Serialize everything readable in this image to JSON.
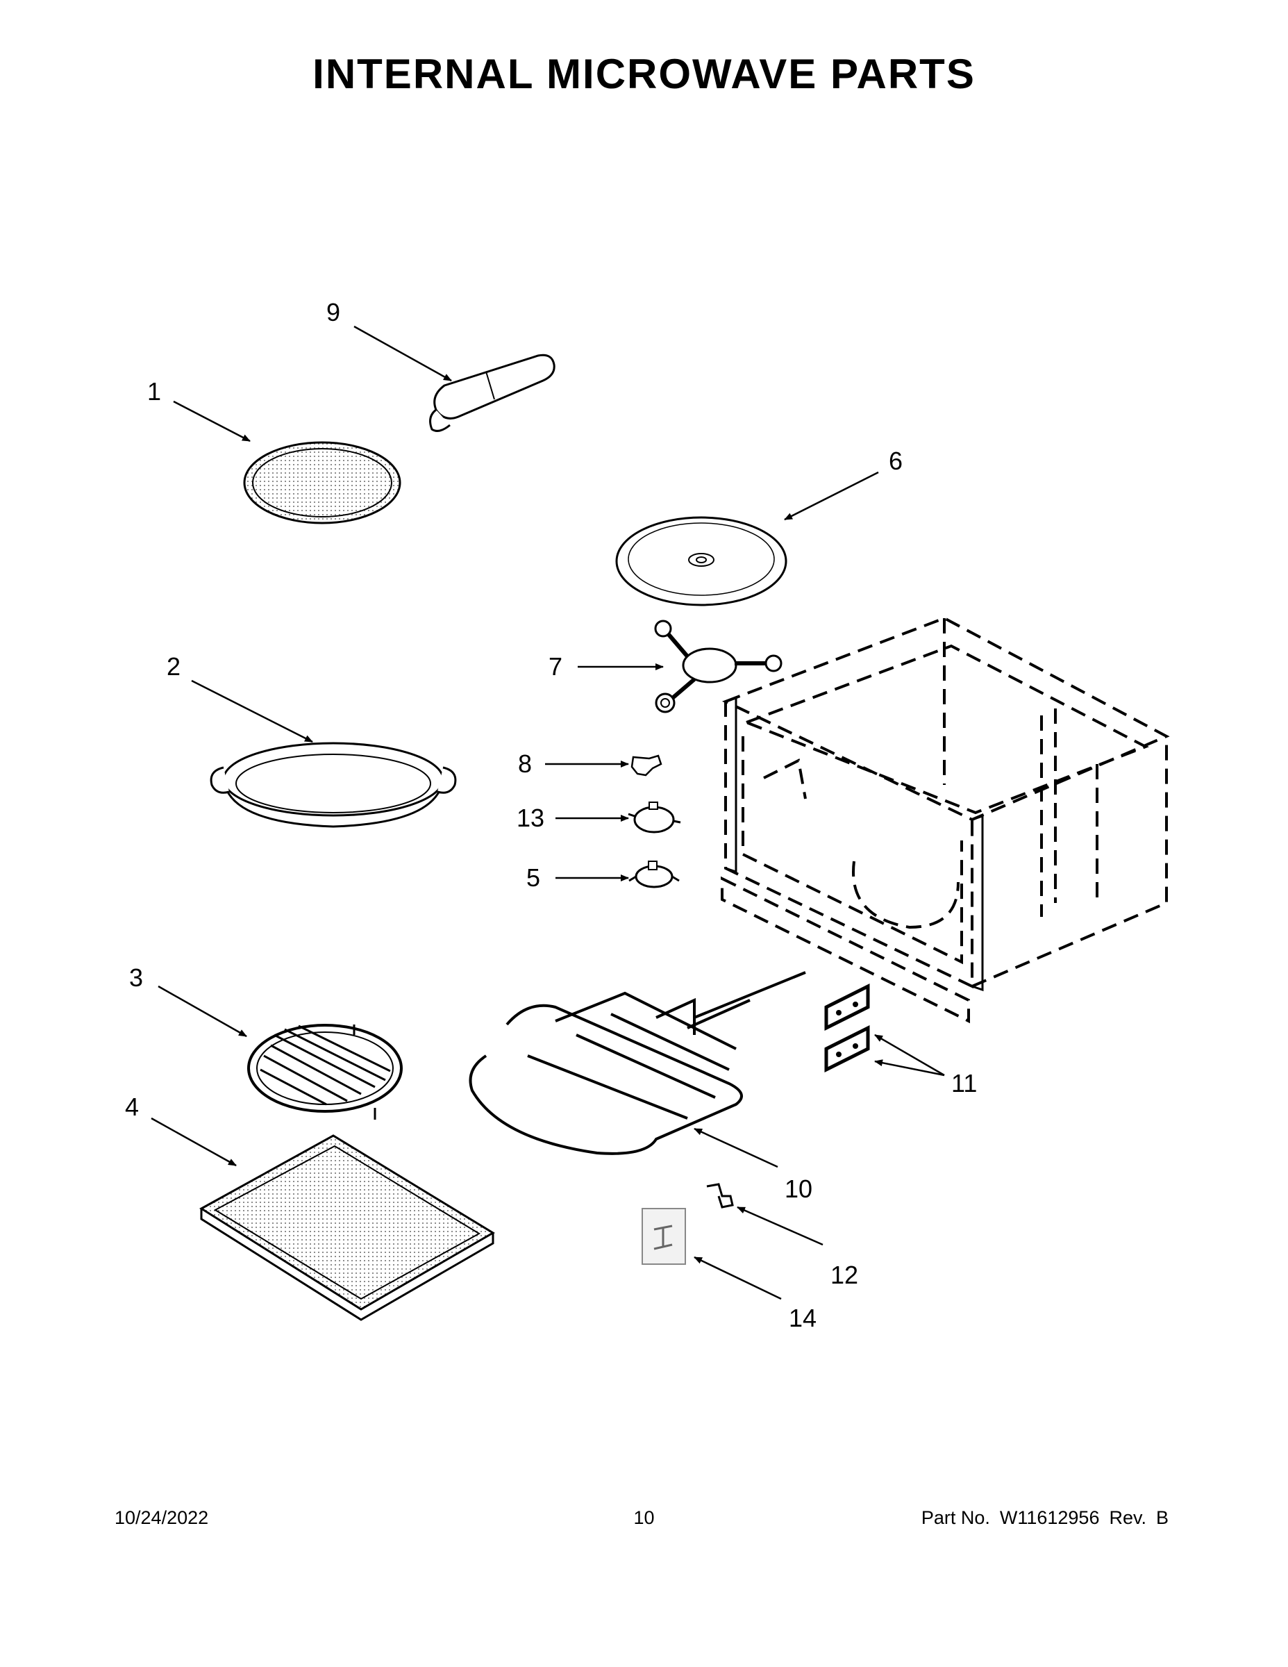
{
  "title": "INTERNAL MICROWAVE PARTS",
  "callouts": [
    "1",
    "2",
    "3",
    "4",
    "5",
    "6",
    "7",
    "8",
    "9",
    "10",
    "11",
    "12",
    "13",
    "14"
  ],
  "footer": {
    "date": "10/24/2022",
    "page": "10",
    "part_label": "Part No.",
    "part_number": "W11612956",
    "rev_label": "Rev.",
    "rev": "B"
  }
}
